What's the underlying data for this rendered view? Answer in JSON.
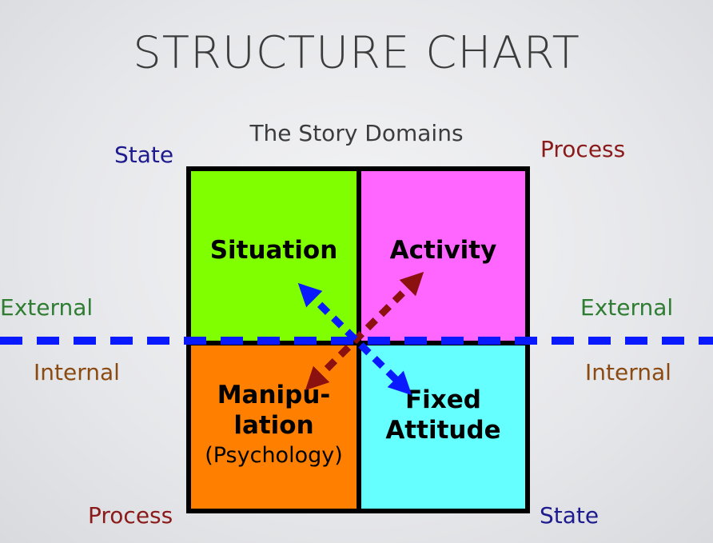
{
  "title": "STRUCTURE CHART",
  "subtitle": "The Story Domains",
  "corners": {
    "top_left": "State",
    "top_right": "Process",
    "bottom_left": "Process",
    "bottom_right": "State"
  },
  "sides": {
    "external_left": "External",
    "external_right": "External",
    "internal_left": "Internal",
    "internal_right": "Internal"
  },
  "quadrants": {
    "top_left": {
      "label": "Situation",
      "color": "#80ff00"
    },
    "top_right": {
      "label": "Activity",
      "color": "#ff66ff"
    },
    "bottom_left": {
      "label_line1": "Manipu-",
      "label_line2": "lation",
      "sub": "(Psychology)",
      "color": "#ff8000"
    },
    "bottom_right": {
      "label_line1": "Fixed",
      "label_line2": "Attitude",
      "color": "#66ffff"
    }
  },
  "colors": {
    "state": "#1e1b8f",
    "process": "#8b1a1a",
    "external": "#2e7d32",
    "internal": "#8b4a12",
    "divider": "#0a1aff"
  }
}
